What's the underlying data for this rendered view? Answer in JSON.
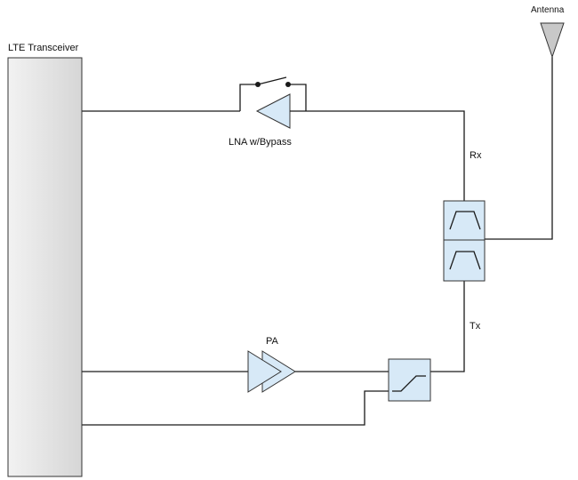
{
  "labels": {
    "transceiver": "LTE Transceiver",
    "antenna": "Antenna",
    "lna": "LNA w/Bypass",
    "rx": "Rx",
    "tx": "Tx",
    "pa": "PA"
  },
  "colors": {
    "wire": "#1a1a1a",
    "transceiver_fill_light": "#f2f2f2",
    "transceiver_fill_dark": "#d6d6d6",
    "component_fill": "#d7e9f7",
    "component_stroke": "#333333",
    "antenna_fill": "#c8c8c8"
  },
  "icons": {
    "lna": "amplifier-triangle-icon",
    "bypass_switch": "switch-icon",
    "pa": "double-triangle-amplifier-icon",
    "rx_filter": "bandpass-filter-icon",
    "tx_filter": "bandpass-filter-icon",
    "coupler": "power-detector-icon",
    "antenna": "antenna-icon"
  }
}
